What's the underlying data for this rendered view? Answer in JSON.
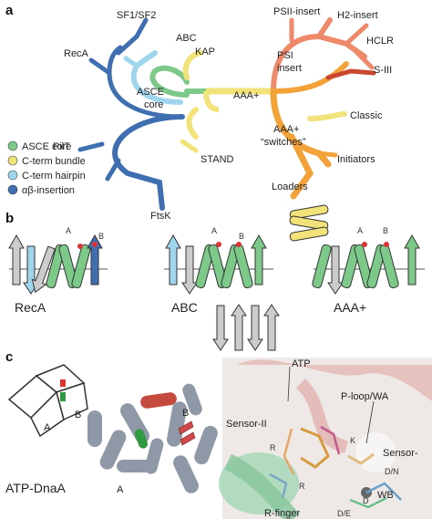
{
  "panels": {
    "a": "a",
    "b": "b",
    "c": "c"
  },
  "tree": {
    "left": {
      "sf": "SF1/SF2",
      "abc": "ABC",
      "kap": "KAP",
      "reca": "RecA",
      "pilt": "PilT",
      "ftsk": "FtsK",
      "asce": "ASCE",
      "core": "core",
      "stand": "STAND"
    },
    "right": {
      "psii": "PSII-insert",
      "h2": "H2-insert",
      "hclr": "HCLR",
      "psi": "PSI",
      "insert": "insert",
      "s3": "S-III",
      "aaa": "AAA+",
      "classic": "Classic",
      "aaa2": "AAA+",
      "switches": "“switches”",
      "initiators": "Initiators",
      "loaders": "Loaders"
    }
  },
  "legend": [
    {
      "label": "ASCE core",
      "color": "#7cc98a"
    },
    {
      "label": "C-term bundle",
      "color": "#f2e27a"
    },
    {
      "label": "C-term hairpin",
      "color": "#9fd6ee"
    },
    {
      "label": "αβ-insertion",
      "color": "#3f6fb0"
    }
  ],
  "colors": {
    "green": "#7cc98a",
    "yellow": "#f2e27a",
    "lightblue": "#9fd6ee",
    "blue": "#3f6fb0",
    "orange": "#f3a23a",
    "salmon": "#ee8a6a",
    "red": "#c8472f"
  },
  "topology": {
    "reca": "RecA",
    "abc": "ABC",
    "aaa": "AAA+",
    "a": "A",
    "b": "B"
  },
  "structure": {
    "a": "A",
    "b": "B",
    "dnaa": "ATP-DnaA",
    "atp": "ATP",
    "ploop": "P-loop/WA",
    "sensor2": "Sensor-II",
    "sensor1": "Sensor-",
    "wb": "WB",
    "rfinger": "R-finger",
    "r": "R",
    "k": "K",
    "dn": "D/N",
    "d": "D",
    "de": "D/E"
  }
}
